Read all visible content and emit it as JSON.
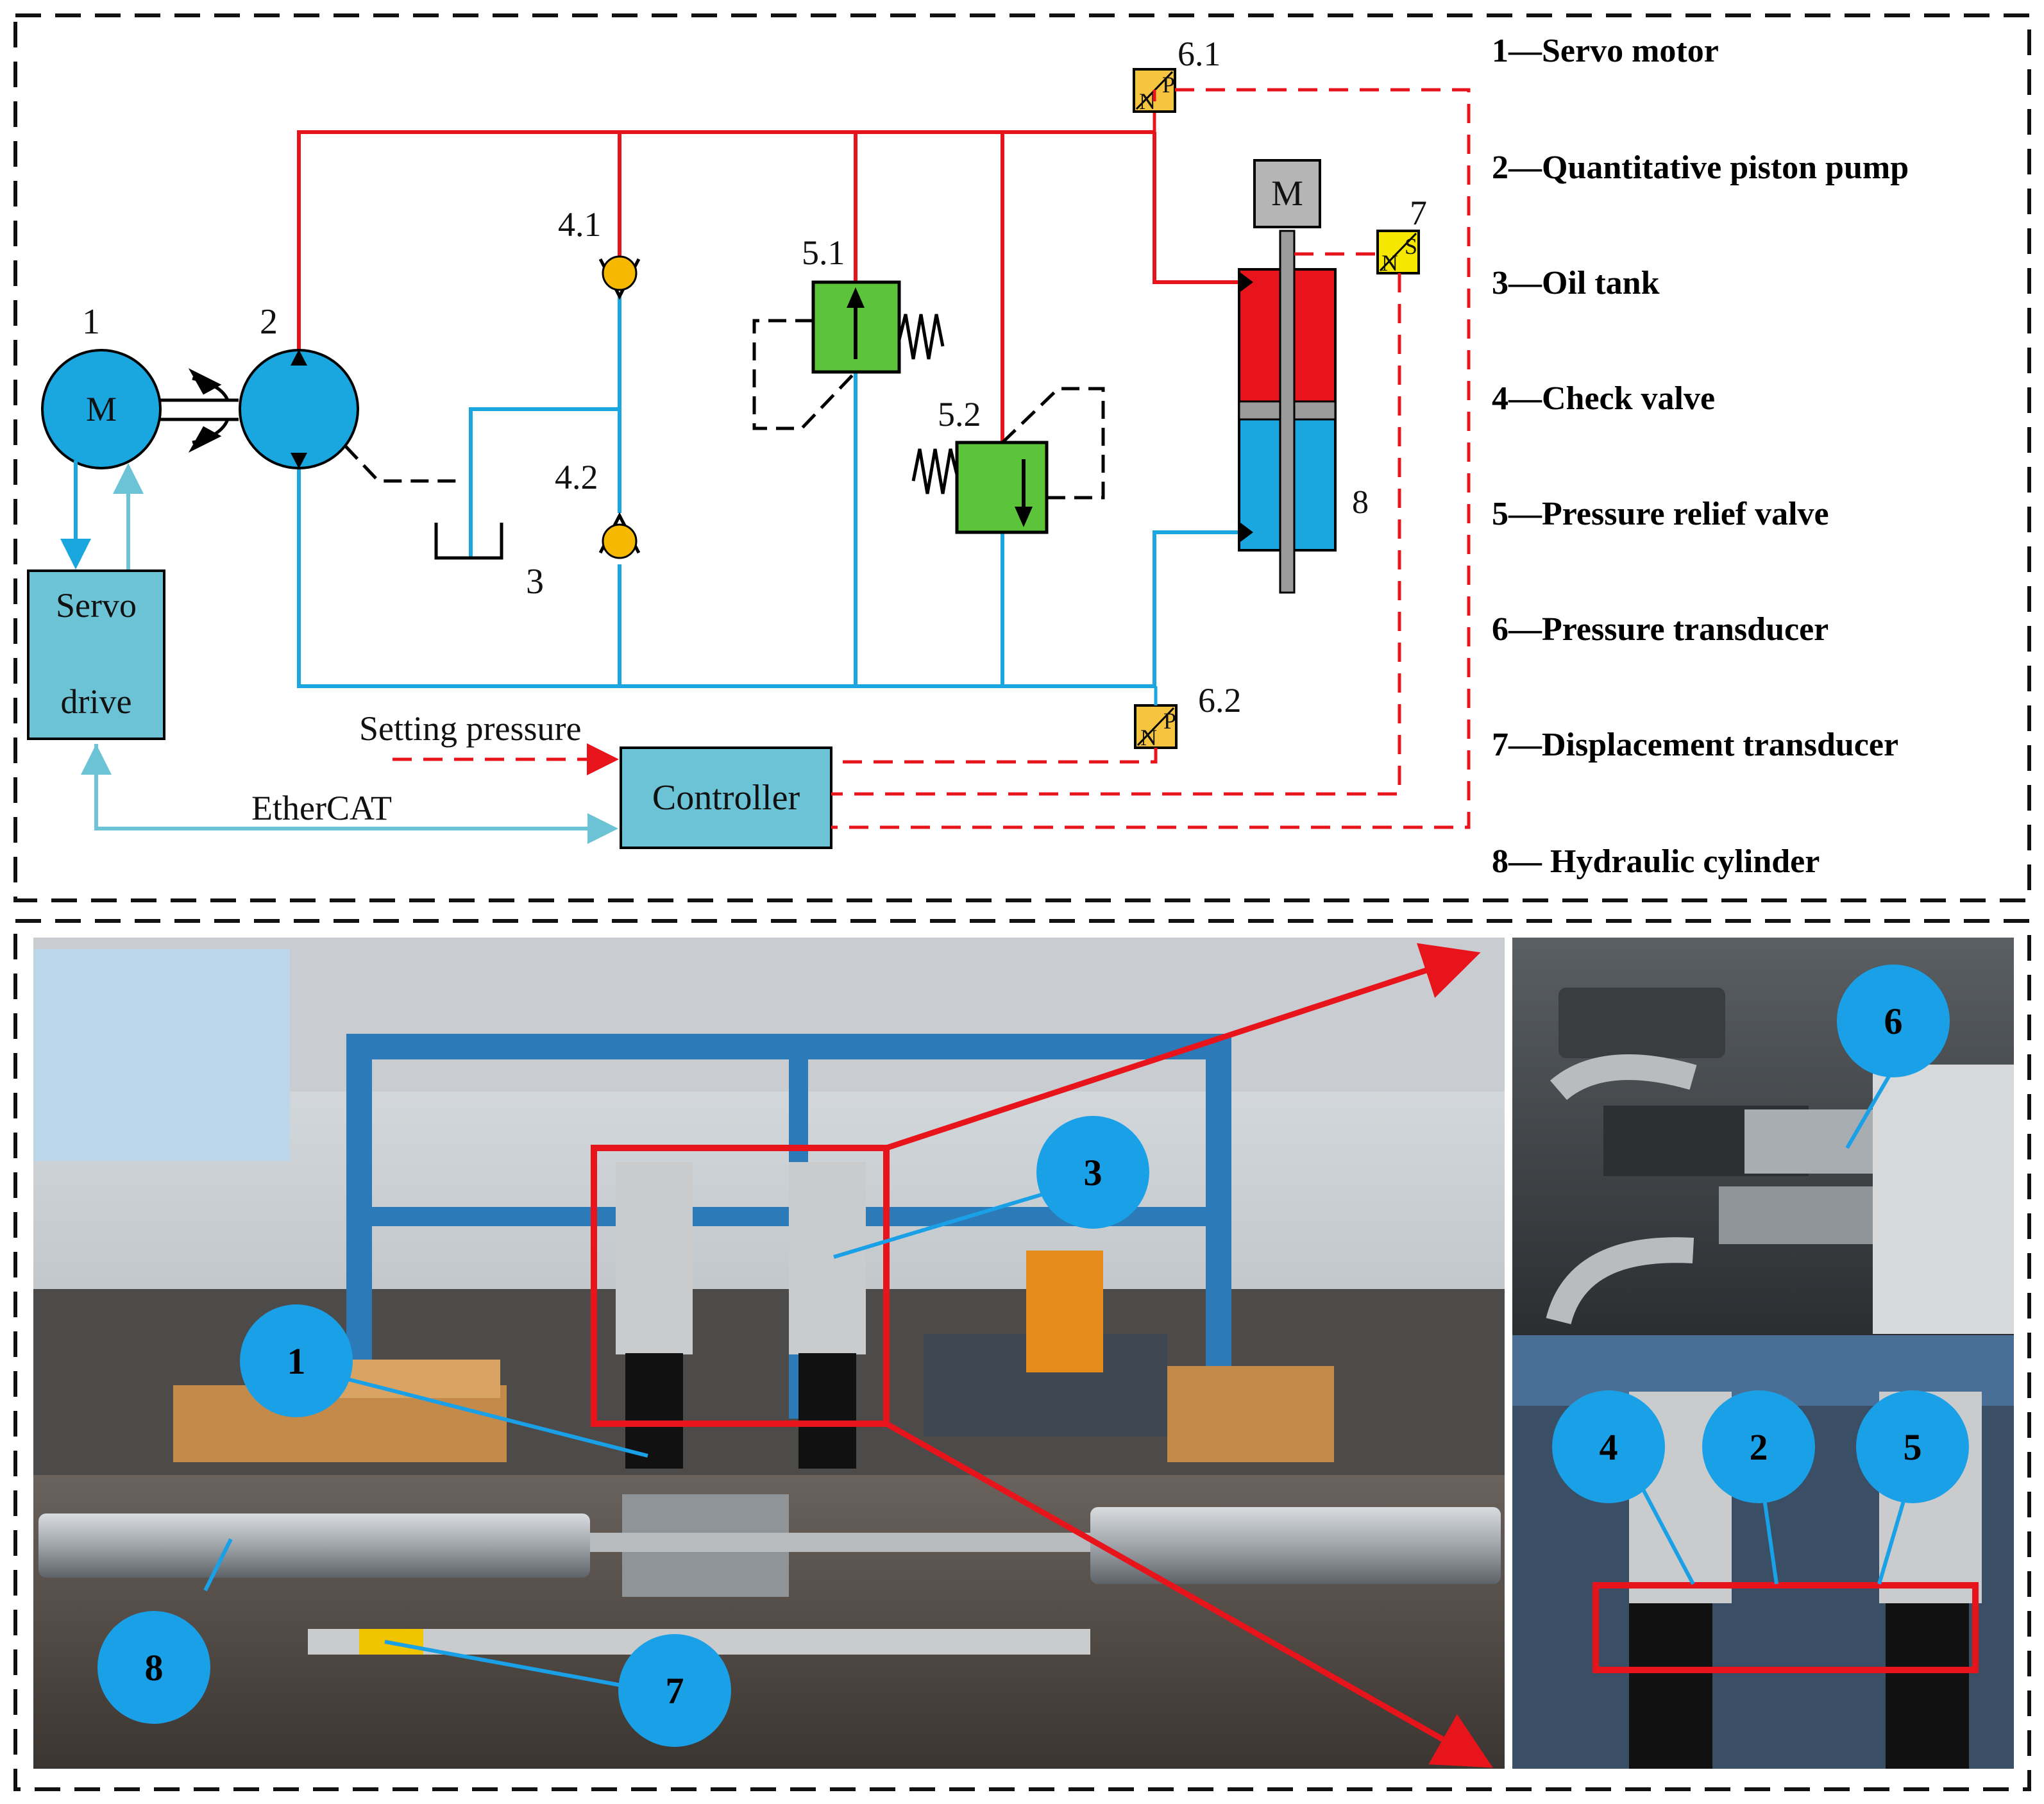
{
  "schematic": {
    "labels": {
      "servo_motor_num": "1",
      "pump_num": "2",
      "oil_tank_num": "3",
      "check_valve_1": "4.1",
      "check_valve_2": "4.2",
      "relief_valve_1": "5.1",
      "relief_valve_2": "5.2",
      "pressure_transducer_1": "6.1",
      "pressure_transducer_2": "6.2",
      "displacement_transducer_num": "7",
      "cylinder_num": "8"
    },
    "motor_symbol": "M",
    "cylinder_motor_symbol": "M",
    "transducer_top_letter": "P",
    "transducer_bottom_letter": "N",
    "displacement_top_letter": "S",
    "displacement_bottom_letter": "N",
    "servo_drive_line1": "Servo",
    "servo_drive_line2": "drive",
    "controller_label": "Controller",
    "setting_pressure_label": "Setting pressure",
    "ethercat_label": "EtherCAT"
  },
  "legend": [
    "1—Servo motor",
    "2—Quantitative piston pump",
    "3—Oil tank",
    "4—Check valve",
    "5—Pressure relief  valve",
    "6—Pressure transducer",
    "7—Displacement transducer",
    "8— Hydraulic cylinder"
  ],
  "photo_callouts": {
    "main": [
      "1",
      "3",
      "7",
      "8"
    ],
    "inset_top": [
      "6"
    ],
    "inset_bottom": [
      "4",
      "2",
      "5"
    ]
  },
  "colors": {
    "pressure_line": "#e8141b",
    "return_line": "#1aa7e0",
    "signal_line": "#e8141b",
    "callout_fill": "#1aa0e6",
    "valve_green": "#5cc43a",
    "check_ball": "#f6b800",
    "transducer_fill": "#f5c542",
    "displacement_fill": "#f5e700",
    "box_fill": "#6cc3d5",
    "highlight_red": "#e8141b"
  }
}
